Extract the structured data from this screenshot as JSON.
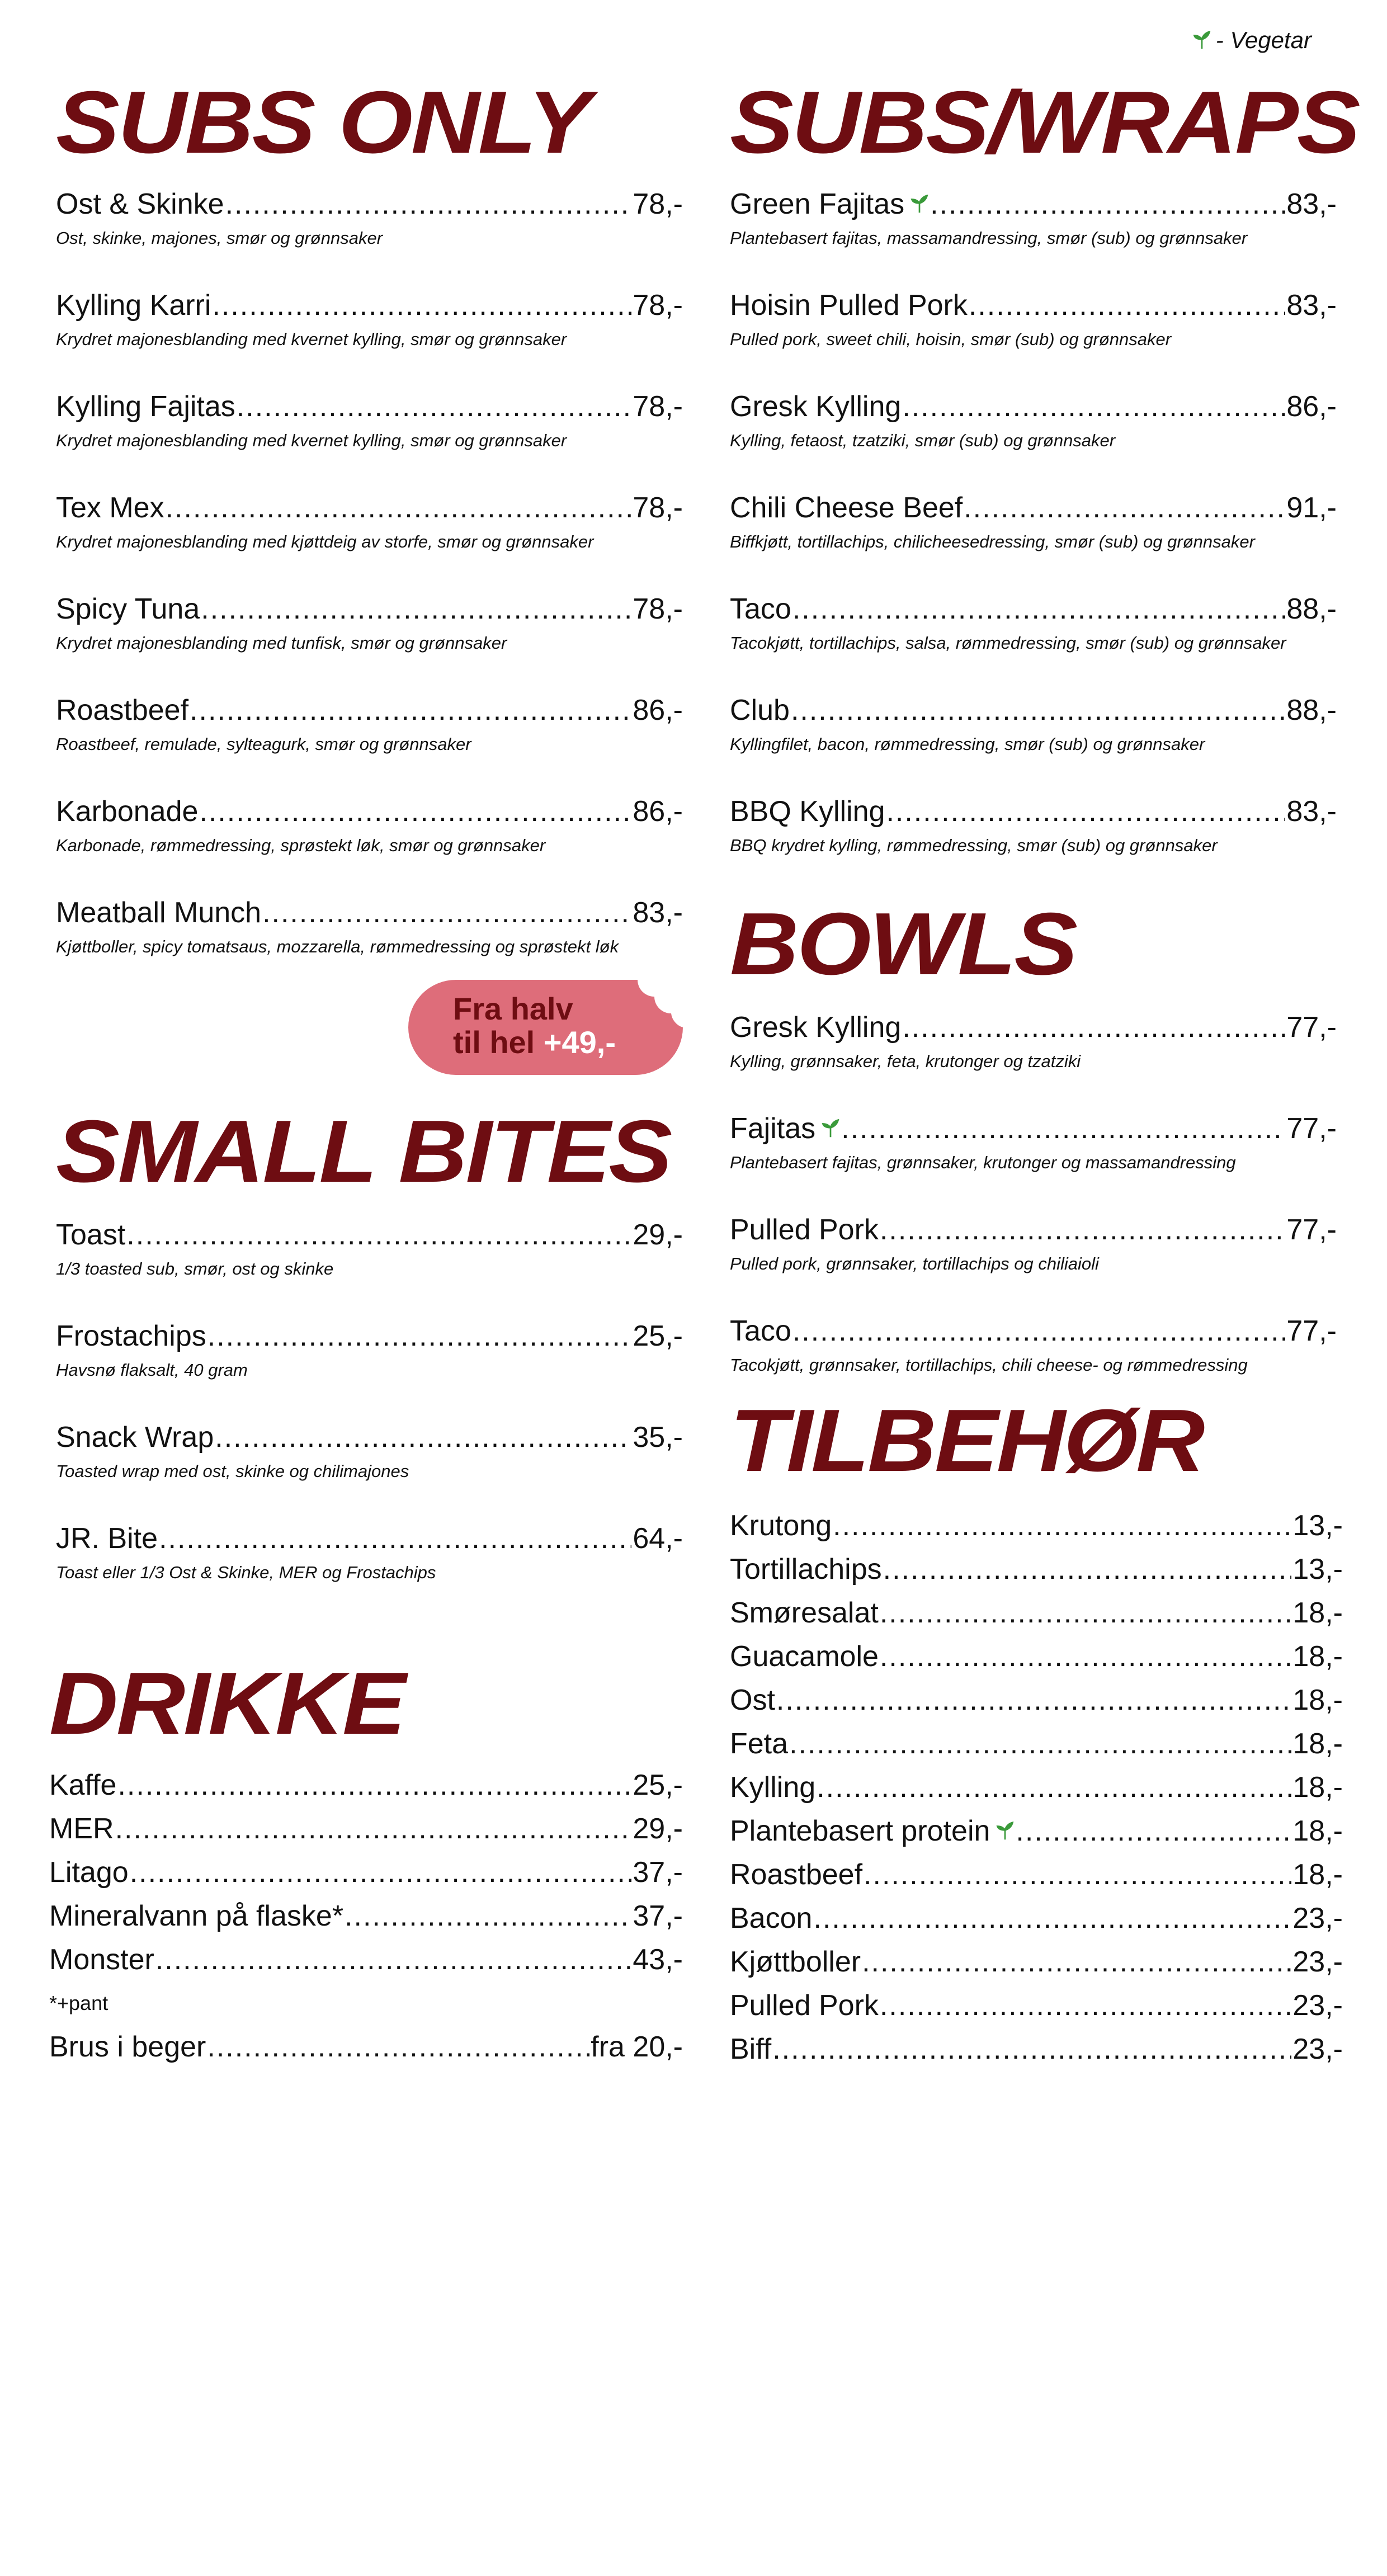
{
  "legend": {
    "icon": "sprout-icon",
    "label": "- Vegetar"
  },
  "colors": {
    "heading": "#6e0d12",
    "badge": "#de6d7a",
    "veg": "#3a9a3a"
  },
  "subs_only": {
    "title": "SUBS ONLY",
    "items": [
      {
        "name": "Ost & Skinke",
        "price": "78,-",
        "desc": "Ost, skinke, majones, smør og grønnsaker"
      },
      {
        "name": "Kylling Karri",
        "price": "78,-",
        "desc": "Krydret majonesblanding med kvernet kylling, smør og grønnsaker"
      },
      {
        "name": "Kylling Fajitas",
        "price": "78,-",
        "desc": "Krydret majonesblanding med kvernet kylling, smør og grønnsaker"
      },
      {
        "name": "Tex Mex",
        "price": "78,-",
        "desc": "Krydret majonesblanding med kjøttdeig av storfe, smør og grønnsaker"
      },
      {
        "name": "Spicy Tuna",
        "price": "78,-",
        "desc": "Krydret majonesblanding med tunfisk, smør og grønnsaker"
      },
      {
        "name": "Roastbeef",
        "price": "86,-",
        "desc": "Roastbeef, remulade, sylteagurk, smør og grønnsaker"
      },
      {
        "name": "Karbonade",
        "price": "86,-",
        "desc": "Karbonade, rømmedressing, sprøstekt løk, smør og grønnsaker"
      },
      {
        "name": "Meatball Munch",
        "price": "83,-",
        "desc": "Kjøttboller, spicy tomatsaus, mozzarella, rømmedressing og sprøstekt løk"
      }
    ]
  },
  "badge": {
    "line1": "Fra halv",
    "line2": "til hel",
    "price": "+49,-"
  },
  "small_bites": {
    "title": "SMALL BITES",
    "items": [
      {
        "name": "Toast",
        "price": "29,-",
        "desc": "1/3 toasted sub, smør, ost og skinke"
      },
      {
        "name": "Frostachips",
        "price": "25,-",
        "desc": "Havsnø flaksalt, 40 gram"
      },
      {
        "name": "Snack Wrap",
        "price": "35,-",
        "desc": "Toasted wrap med ost, skinke og chilimajones"
      },
      {
        "name": "JR. Bite",
        "price": "64,-",
        "desc": "Toast eller 1/3 Ost & Skinke, MER og Frostachips"
      }
    ]
  },
  "drikke": {
    "title": "DRIKKE",
    "items": [
      {
        "name": "Kaffe",
        "price": "25,-"
      },
      {
        "name": "MER",
        "price": "29,-"
      },
      {
        "name": "Litago",
        "price": "37,-"
      },
      {
        "name": "Mineralvann på flaske*",
        "price": "37,-"
      },
      {
        "name": "Monster",
        "price": "43,-"
      }
    ],
    "note": "*+pant",
    "extra": {
      "name": "Brus i beger",
      "price": "fra 20,-"
    }
  },
  "subs_wraps": {
    "title": "SUBS/WRAPS",
    "items": [
      {
        "name": "Green Fajitas",
        "price": "83,-",
        "desc": "Plantebasert fajitas, massamandressing, smør (sub) og grønnsaker",
        "veg": true
      },
      {
        "name": "Hoisin Pulled Pork",
        "price": "83,-",
        "desc": "Pulled pork, sweet chili, hoisin, smør (sub) og grønnsaker"
      },
      {
        "name": "Gresk Kylling",
        "price": "86,-",
        "desc": "Kylling, fetaost, tzatziki, smør (sub) og grønnsaker"
      },
      {
        "name": "Chili Cheese Beef",
        "price": "91,-",
        "desc": "Biffkjøtt, tortillachips, chilicheesedressing, smør (sub) og grønnsaker"
      },
      {
        "name": "Taco",
        "price": "88,-",
        "desc": "Tacokjøtt, tortillachips, salsa, rømmedressing, smør (sub) og grønnsaker"
      },
      {
        "name": "Club",
        "price": "88,-",
        "desc": "Kyllingfilet, bacon, rømmedressing, smør (sub) og grønnsaker"
      },
      {
        "name": "BBQ Kylling",
        "price": "83,-",
        "desc": "BBQ krydret kylling, rømmedressing, smør (sub) og grønnsaker"
      }
    ]
  },
  "bowls": {
    "title": "BOWLS",
    "items": [
      {
        "name": "Gresk Kylling",
        "price": "77,-",
        "desc": "Kylling, grønnsaker, feta, krutonger og tzatziki"
      },
      {
        "name": "Fajitas",
        "price": "77,-",
        "desc": "Plantebasert fajitas, grønnsaker, krutonger og massamandressing",
        "veg": true
      },
      {
        "name": "Pulled Pork",
        "price": "77,-",
        "desc": "Pulled pork, grønnsaker, tortillachips og chiliaioli"
      },
      {
        "name": "Taco",
        "price": "77,-",
        "desc": "Tacokjøtt, grønnsaker, tortillachips, chili cheese- og rømmedressing"
      }
    ]
  },
  "tilbehor": {
    "title": "TILBEHØR",
    "items": [
      {
        "name": "Krutong",
        "price": "13,-"
      },
      {
        "name": "Tortillachips",
        "price": "13,-"
      },
      {
        "name": "Smøresalat",
        "price": "18,-"
      },
      {
        "name": "Guacamole",
        "price": "18,-"
      },
      {
        "name": "Ost",
        "price": "18,-"
      },
      {
        "name": "Feta",
        "price": "18,-"
      },
      {
        "name": "Kylling",
        "price": "18,-"
      },
      {
        "name": "Plantebasert protein",
        "price": "18,-",
        "veg": true
      },
      {
        "name": "Roastbeef",
        "price": "18,-"
      },
      {
        "name": "Bacon",
        "price": "23,-"
      },
      {
        "name": "Kjøttboller",
        "price": "23,-"
      },
      {
        "name": "Pulled Pork",
        "price": "23,-"
      },
      {
        "name": "Biff",
        "price": "23,-"
      }
    ]
  }
}
